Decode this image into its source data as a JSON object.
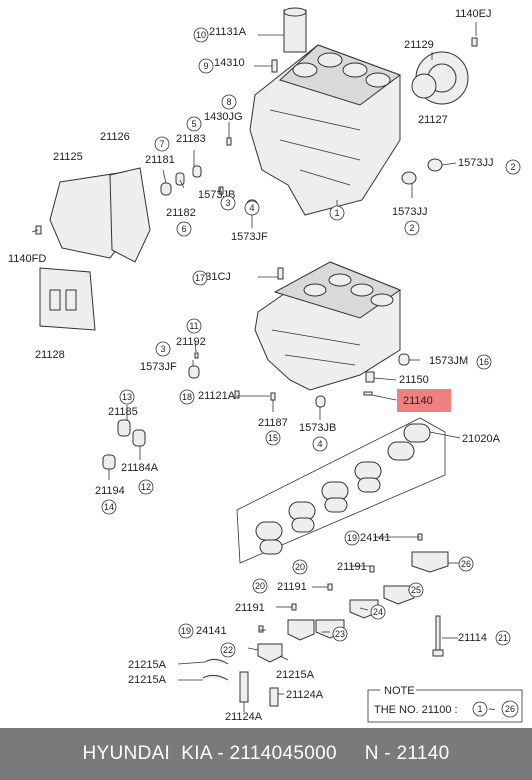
{
  "diagram": {
    "part_labels": [
      "21131A",
      "14310",
      "1430JG",
      "21183",
      "21181",
      "21182",
      "1573JB",
      "1573JF",
      "21126",
      "21125",
      "1140FD",
      "21128",
      "1140EJ",
      "21129",
      "21127",
      "1573JJ",
      "1573JJ",
      "1431CJ",
      "21192",
      "1573JF",
      "21121A",
      "21187",
      "1573JB",
      "1573JM",
      "21150",
      "21140",
      "21185",
      "21184A",
      "21194",
      "21020A",
      "24141",
      "21191",
      "21191",
      "21191",
      "24141",
      "21114",
      "21215A",
      "21215A",
      "21215A",
      "21124A",
      "21124A"
    ],
    "ref_numbers": [
      "10",
      "9",
      "8",
      "5",
      "7",
      "6",
      "3",
      "4",
      "1",
      "2",
      "2",
      "17",
      "11",
      "3",
      "18",
      "15",
      "4",
      "16",
      "13",
      "12",
      "14",
      "19",
      "26",
      "20",
      "25",
      "20",
      "24",
      "19",
      "23",
      "22",
      "21"
    ],
    "highlighted_part": "21140",
    "note": {
      "title": "NOTE",
      "prefix": "THE NO.  21100  :",
      "from": "1",
      "range_sep": "~",
      "to": "26"
    }
  },
  "footer": {
    "text": "HYUNDAI  KIA - 2114045000     N - 21140"
  },
  "colors": {
    "highlight": "#f08080",
    "footer_bg": "#7a7a7a",
    "footer_text": "#ffffff"
  }
}
